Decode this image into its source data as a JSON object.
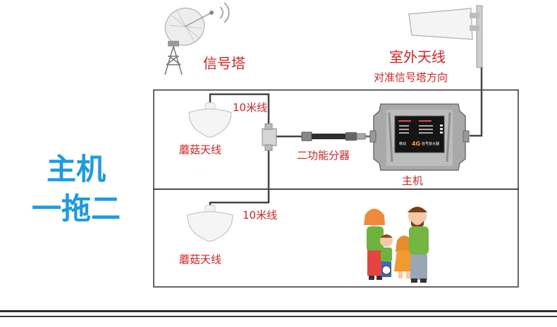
{
  "labels": {
    "tower": "信号塔",
    "outdoor_antenna": "室外天线",
    "outdoor_antenna_note": "对准信号塔方向",
    "cable_top": "10米线",
    "cable_bottom": "10米线",
    "mushroom_top": "蘑菇天线",
    "mushroom_bottom": "蘑菇天线",
    "splitter": "二功能分器",
    "host": "主机",
    "side_line1": "主机",
    "side_line2": "一拖二"
  },
  "device": {
    "brand_left": "移动",
    "badge": "4G",
    "brand_right": "信号放大器"
  },
  "colors": {
    "label_red": "#e02222",
    "side_blue": "#1a9be6",
    "frame": "#333333",
    "cable": "#444444"
  }
}
